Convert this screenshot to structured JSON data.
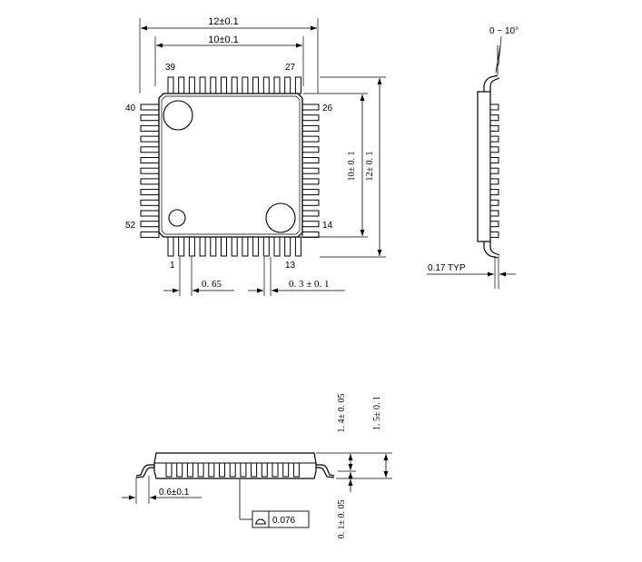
{
  "top_view": {
    "dim_overall": "12±0.1",
    "dim_body": "10±0.1",
    "vert_body": "10± 0. 1",
    "vert_overall": "12± 0. 1",
    "pin_39": "39",
    "pin_27": "27",
    "pin_40": "40",
    "pin_26": "26",
    "pin_52": "52",
    "pin_14": "14",
    "pin_1": "1",
    "pin_13": "13",
    "pitch": "0. 65",
    "lead_width": "0. 3 ± 0. 1",
    "pins_per_side": 13
  },
  "side_view": {
    "angle": "0 ~ 10°",
    "thickness": "0.17 TYP"
  },
  "front_view": {
    "body_height": "1. 4± 0. 05",
    "total_height": "1. 5± 0. 1",
    "standoff": "0. 1± 0. 05",
    "foot_length": "0.6±0.1",
    "coplanarity": "0.076"
  }
}
